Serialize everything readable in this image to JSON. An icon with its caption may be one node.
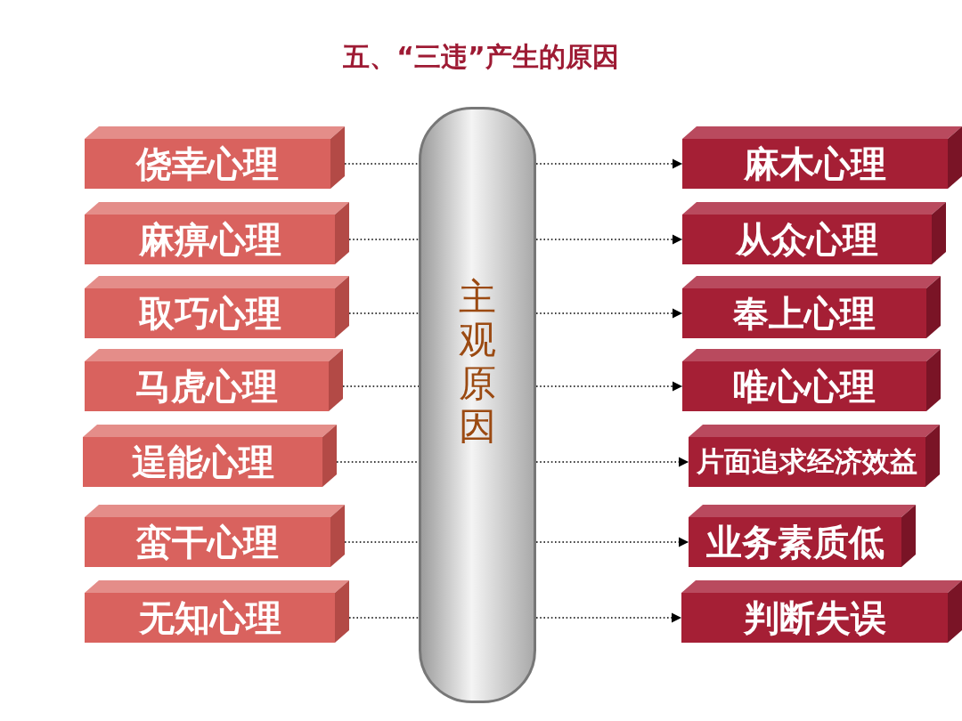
{
  "diagram": {
    "title": "五、“三违”产生的原因",
    "nodes": [
      {
        "text": [
          "侥幸心理"
        ]
      },
      {
        "text": [
          "麻痹心理"
        ]
      },
      {
        "text": [
          "取巧心理"
        ]
      },
      {
        "text": [
          "马虎心理"
        ]
      },
      {
        "text": [
          "逞能心理"
        ]
      },
      {
        "text": [
          "蛮干心理"
        ]
      },
      {
        "text": [
          "无知心理"
        ]
      },
      {
        "text": [
          "主观原因"
        ]
      },
      {
        "text": [
          "麻木心理"
        ]
      },
      {
        "text": [
          "从众心理"
        ]
      },
      {
        "text": [
          "奉上心理"
        ]
      },
      {
        "text": [
          "唯心心理"
        ]
      },
      {
        "text": [
          "片面追求经济效益"
        ]
      },
      {
        "text": [
          "业务素质低"
        ]
      },
      {
        "text": [
          "判断失误"
        ]
      }
    ],
    "edges": [
      {
        "from": 0,
        "to": 7,
        "arrow": "none"
      },
      {
        "from": 1,
        "to": 7,
        "arrow": "none"
      },
      {
        "from": 2,
        "to": 7,
        "arrow": "none"
      },
      {
        "from": 3,
        "to": 7,
        "arrow": "none"
      },
      {
        "from": 4,
        "to": 7,
        "arrow": "none"
      },
      {
        "from": 5,
        "to": 7,
        "arrow": "none"
      },
      {
        "from": 6,
        "to": 7,
        "arrow": "none"
      },
      {
        "from": 7,
        "to": 8,
        "arrow": "to"
      },
      {
        "from": 7,
        "to": 9,
        "arrow": "to"
      },
      {
        "from": 7,
        "to": 10,
        "arrow": "to"
      },
      {
        "from": 7,
        "to": 11,
        "arrow": "to"
      },
      {
        "from": 7,
        "to": 12,
        "arrow": "to"
      },
      {
        "from": 7,
        "to": 13,
        "arrow": "to"
      },
      {
        "from": 7,
        "to": 14,
        "arrow": "to"
      }
    ]
  }
}
